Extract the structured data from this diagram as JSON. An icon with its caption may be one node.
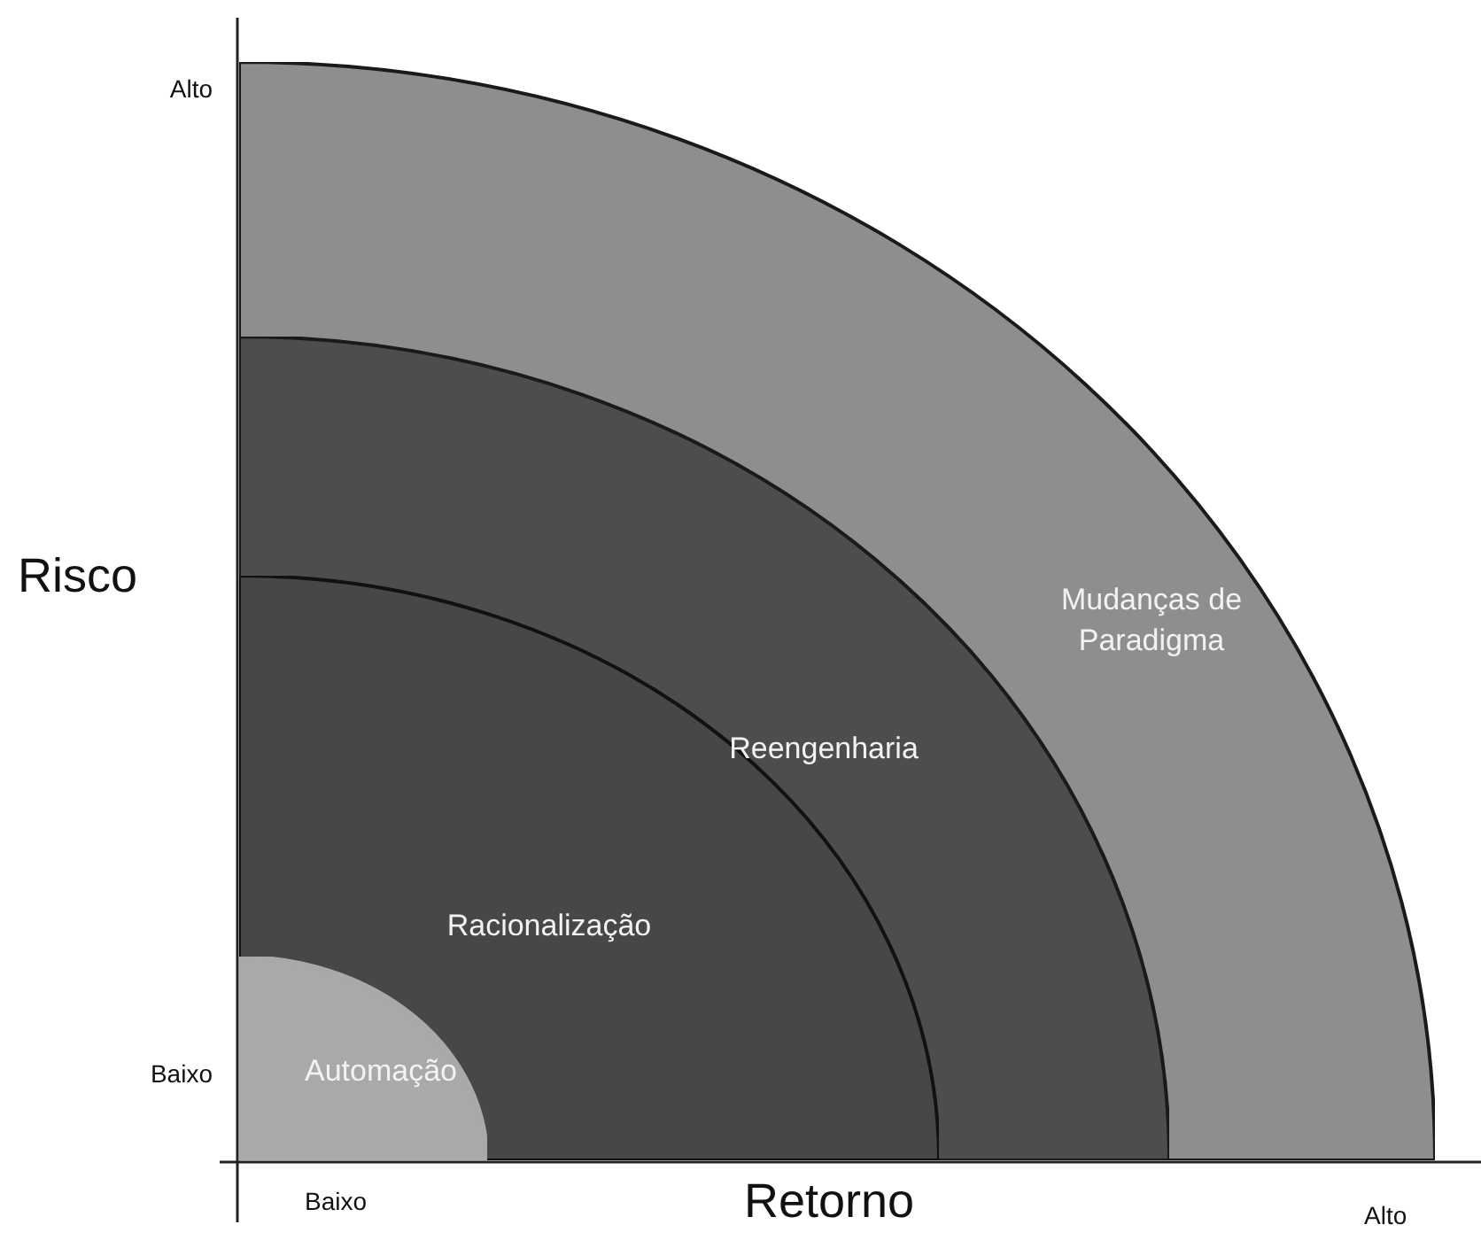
{
  "diagram": {
    "nodes": [
      {
        "text": [
          "Mudanças de Paradigma"
        ]
      },
      {
        "text": [
          "Reengenharia"
        ],
        "in": 0
      },
      {
        "text": [
          "Racionalização"
        ],
        "in": 1
      },
      {
        "text": [
          "Automação"
        ],
        "in": 2
      }
    ],
    "labels": [
      "Alto",
      "Risco",
      "Baixo",
      "Baixo",
      "Alto",
      "Retorno"
    ]
  }
}
